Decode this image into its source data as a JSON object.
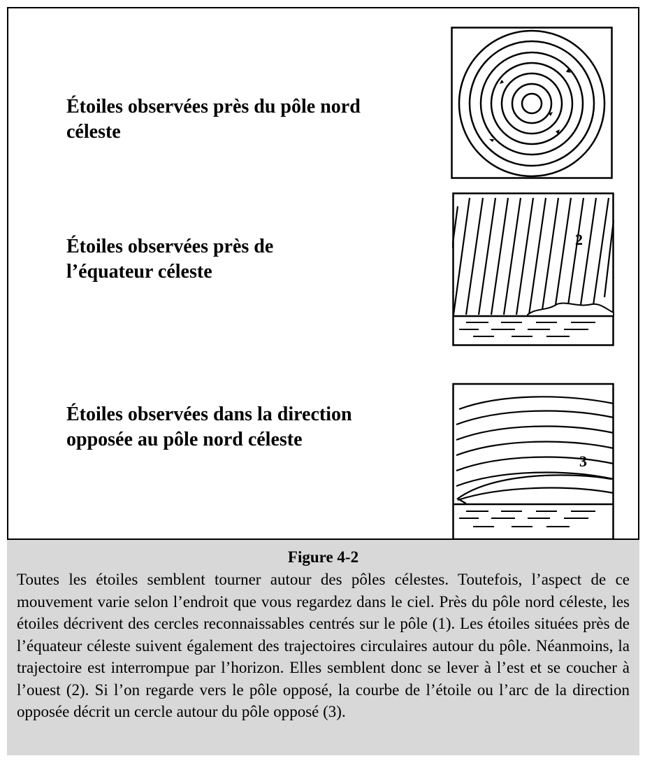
{
  "panels": [
    {
      "label": "Étoiles observées près du pôle nord\ncéleste",
      "figure_number": ""
    },
    {
      "label": "Étoiles observées près de\nl’équateur céleste",
      "figure_number": "2"
    },
    {
      "label": "Étoiles observées dans la direction\nopposée au pôle nord céleste",
      "figure_number": "3"
    }
  ],
  "caption": {
    "title": "Figure 4-2",
    "text": "Toutes les étoiles semblent tourner autour des pôles célestes. Toutefois, l’aspect de ce mouvement varie selon l’endroit que vous regardez dans le ciel. Près du pôle nord céleste, les étoiles décrivent des cercles reconnaissables centrés sur le pôle (1). Les étoiles situées près de l’équateur céleste suivent également des trajectoires circulaires autour du pôle. Néanmoins, la trajectoire est interrompue par l’horizon. Elles semblent donc se lever à l’est et se coucher à l’ouest (2). Si l’on regarde vers le pôle opposé, la courbe de l’étoile ou l’arc de la direction opposée décrit un cercle autour du pôle opposé (3)."
  }
}
